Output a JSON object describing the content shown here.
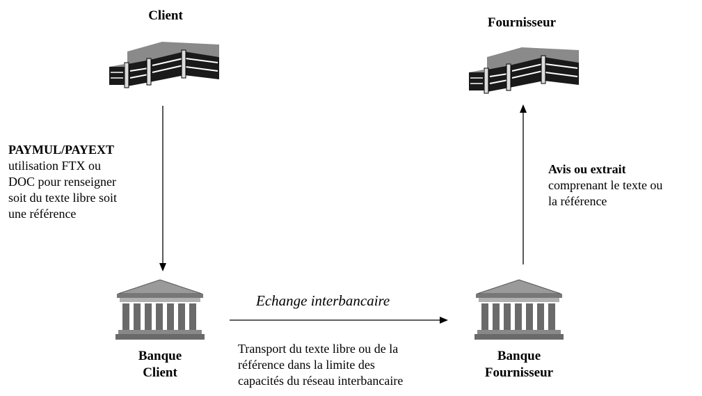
{
  "client": {
    "title": "Client",
    "icon": "office-building-icon"
  },
  "supplier": {
    "title": "Fournisseur",
    "icon": "office-building-icon"
  },
  "bank_client": {
    "line1": "Banque",
    "line2": "Client",
    "icon": "bank-building-icon"
  },
  "bank_supplier": {
    "line1": "Banque",
    "line2": "Fournisseur",
    "icon": "bank-building-icon"
  },
  "left_note": {
    "heading": "PAYMUL/PAYEXT",
    "lines": [
      "utilisation FTX ou",
      "DOC pour renseigner",
      "soit du texte libre soit",
      "une référence"
    ]
  },
  "right_note": {
    "heading": "Avis ou extrait",
    "lines": [
      "comprenant le texte ou",
      "la référence"
    ]
  },
  "interbank": {
    "label": "Echange interbancaire",
    "lines": [
      "Transport du texte libre ou de la",
      "référence dans la limite des",
      "capacités du réseau interbancaire"
    ]
  }
}
